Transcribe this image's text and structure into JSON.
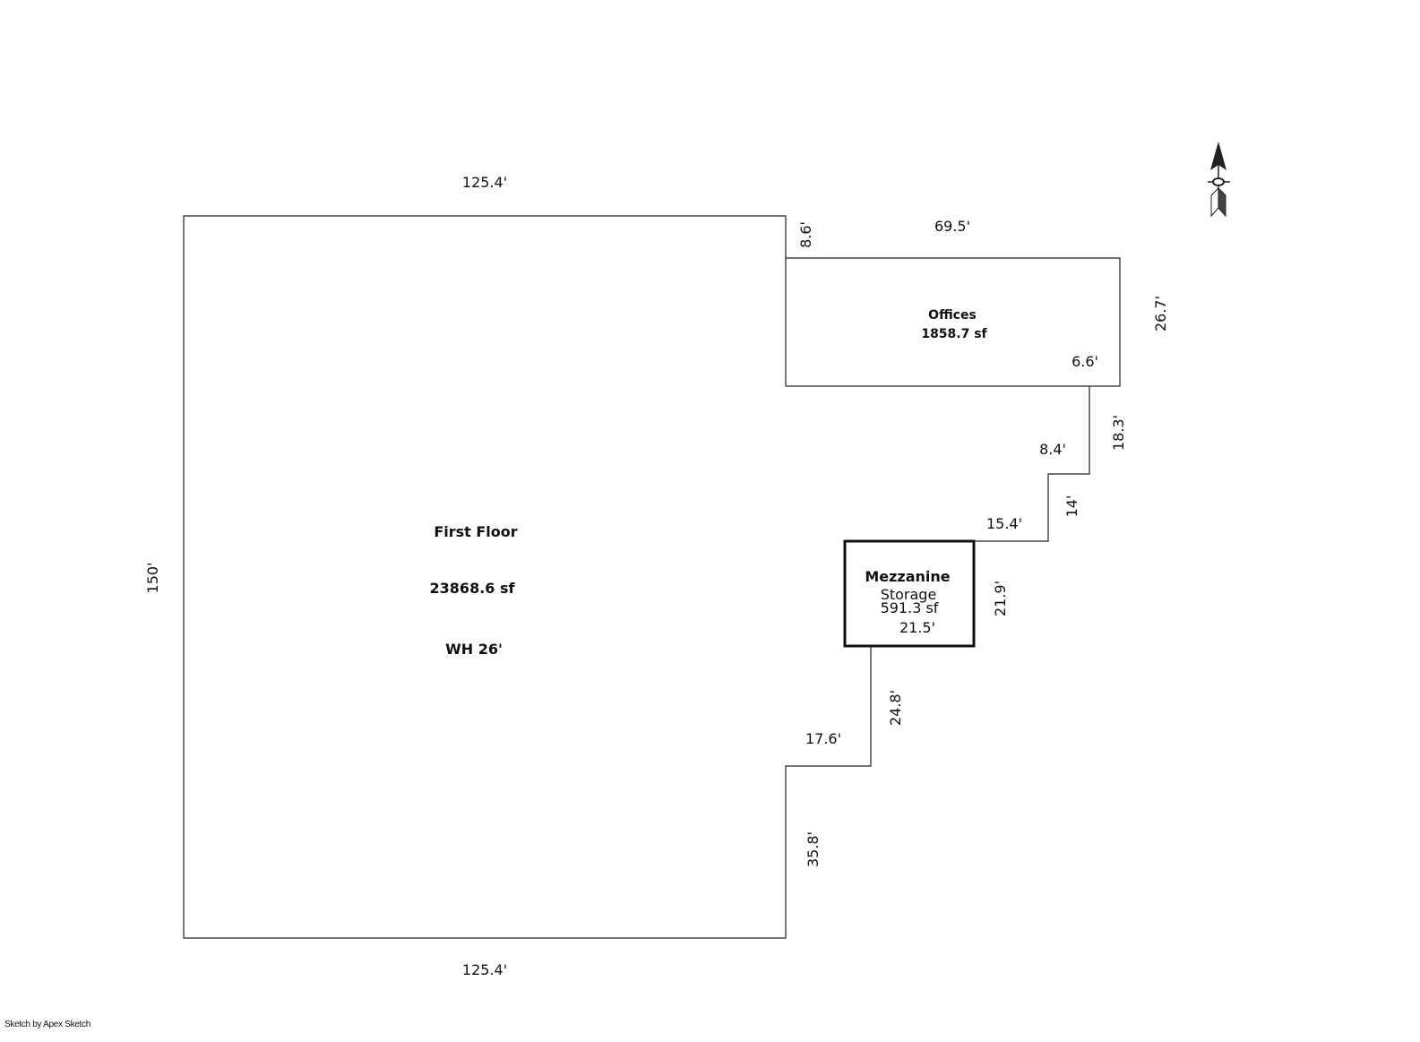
{
  "areas": {
    "first_floor": {
      "name": "First Floor",
      "area": "23868.6 sf",
      "note": "WH 26'"
    },
    "offices": {
      "name": "Offices",
      "area": "1858.7 sf"
    },
    "mezzanine": {
      "name": "Mezzanine",
      "use": "Storage",
      "area": "591.3 sf"
    }
  },
  "dimensions": {
    "top": "125.4'",
    "bottom": "125.4'",
    "left": "150'",
    "step_top": "8.6'",
    "offices_top": "69.5'",
    "offices_right": "26.7'",
    "offices_notch": "6.6'",
    "seg_18_3": "18.3'",
    "seg_8_4": "8.4'",
    "seg_14": "14'",
    "seg_15_4": "15.4'",
    "mezz_height": "21.9'",
    "mezz_width": "21.5'",
    "seg_24_8": "24.8'",
    "seg_17_6": "17.6'",
    "seg_35_8": "35.8'"
  },
  "compass": {
    "icon": "north-arrow-icon"
  },
  "footer": "Sketch by Apex Sketch"
}
